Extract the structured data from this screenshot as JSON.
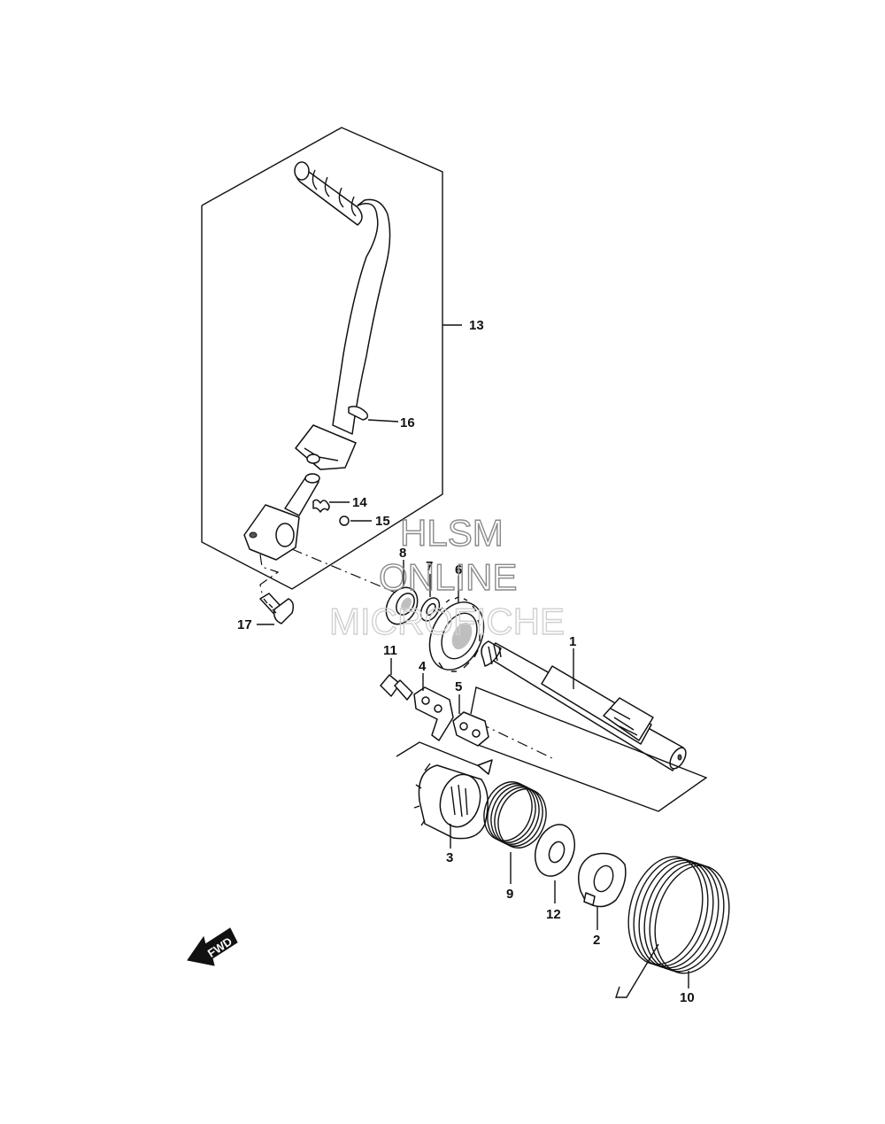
{
  "watermark": {
    "line1": "HLSM",
    "line2": "ONLINE",
    "line3": "MICROFICHE"
  },
  "direction_arrow": {
    "label": "FWD",
    "icon": "left-arrow-icon"
  },
  "callouts": [
    {
      "key": "1",
      "text": "1"
    },
    {
      "key": "2",
      "text": "2"
    },
    {
      "key": "3",
      "text": "3"
    },
    {
      "key": "4",
      "text": "4"
    },
    {
      "key": "5",
      "text": "5"
    },
    {
      "key": "6",
      "text": "6"
    },
    {
      "key": "7",
      "text": "7"
    },
    {
      "key": "8",
      "text": "8"
    },
    {
      "key": "9",
      "text": "9"
    },
    {
      "key": "10",
      "text": "10"
    },
    {
      "key": "11",
      "text": "11"
    },
    {
      "key": "12",
      "text": "12"
    },
    {
      "key": "13",
      "text": "13"
    },
    {
      "key": "14",
      "text": "14"
    },
    {
      "key": "15",
      "text": "15"
    },
    {
      "key": "16",
      "text": "16"
    },
    {
      "key": "17",
      "text": "17"
    }
  ]
}
